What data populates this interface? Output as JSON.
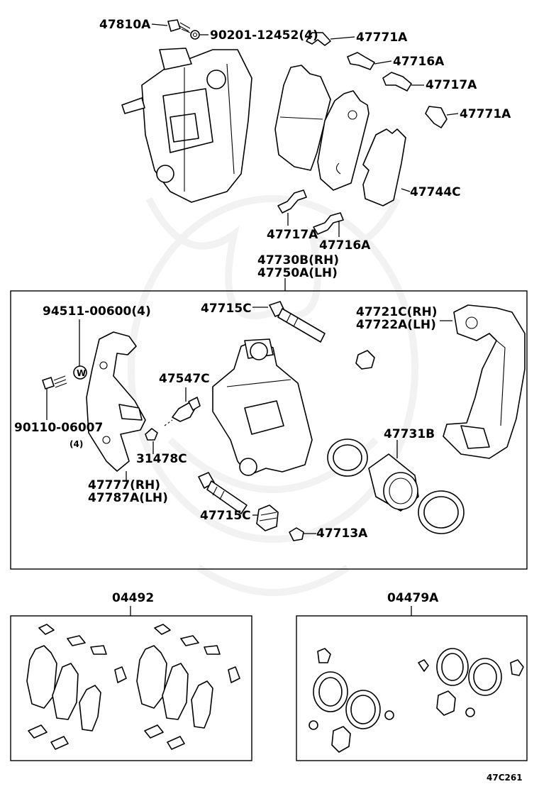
{
  "labels": {
    "p47810A": "47810A",
    "p90201": "90201-12452(4)",
    "p47771A_top": "47771A",
    "p47716A_top": "47716A",
    "p47717A_top": "47717A",
    "p47771A_right": "47771A",
    "p47744C": "47744C",
    "p47717A_mid": "47717A",
    "p47716A_mid": "47716A",
    "p47730B": "47730B(RH)",
    "p47750A": "47750A(LH)",
    "p94511": "94511-00600(4)",
    "p47715C_top": "47715C",
    "p47721C": "47721C(RH)",
    "p47722A": "47722A(LH)",
    "p47547C": "47547C",
    "p90110": "90110-06007",
    "p90110_qty": "(4)",
    "p31478C": "31478C",
    "p47731B": "47731B",
    "p47777": "47777(RH)",
    "p47787A": "47787A(LH)",
    "p47715C_bot": "47715C",
    "p47713A": "47713A",
    "p04492": "04492",
    "p04479A": "04479A",
    "washer_mark": "W",
    "figure_code": "47C261"
  }
}
